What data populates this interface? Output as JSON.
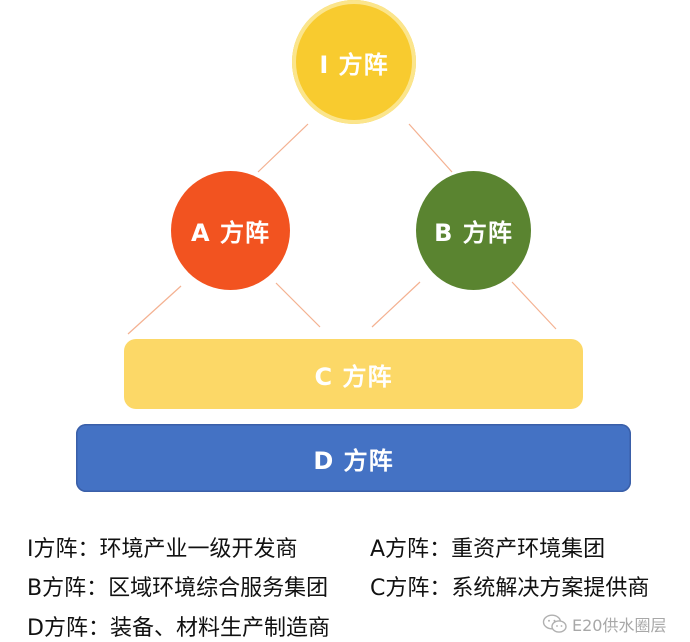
{
  "nodes": {
    "i": {
      "label": "I 方阵",
      "color": "#f8cb2f"
    },
    "a": {
      "label": "A 方阵",
      "color": "#f25320"
    },
    "b": {
      "label": "B 方阵",
      "color": "#5a8430"
    },
    "c": {
      "label": "C 方阵",
      "color": "#fcd867"
    },
    "d": {
      "label": "D 方阵",
      "color": "#4472c4"
    }
  },
  "connector_color": "#f4b191",
  "legend": [
    {
      "key": "I方阵",
      "sep": "：",
      "desc": "环境产业一级开发商"
    },
    {
      "key": "A方阵",
      "sep": "：",
      "desc": "重资产环境集团"
    },
    {
      "key": "B方阵",
      "sep": "：",
      "desc": "区域环境综合服务集团"
    },
    {
      "key": "C方阵",
      "sep": "：",
      "desc": "系统解决方案提供商"
    },
    {
      "key": "D方阵",
      "sep": "：",
      "desc": "装备、材料生产制造商"
    }
  ],
  "watermark": {
    "icon": "wechat-icon",
    "text": "E20供水圈层"
  }
}
